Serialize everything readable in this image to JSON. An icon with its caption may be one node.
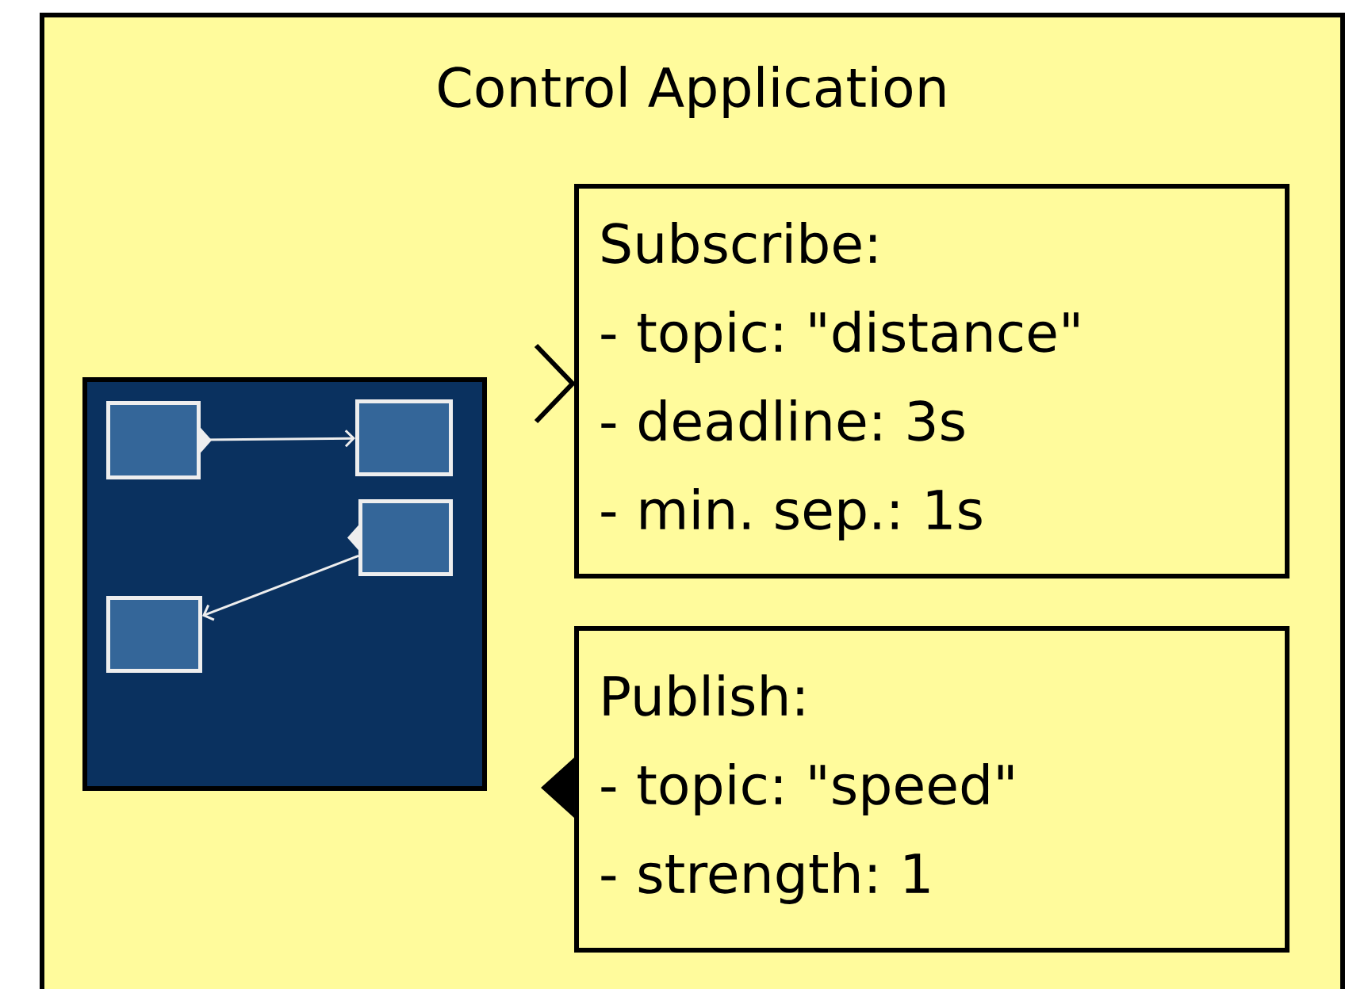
{
  "diagram": {
    "nodes": [
      {
        "text": [
          "Control Application"
        ]
      },
      {
        "text": [],
        "shape": "box",
        "in": 0
      },
      {
        "text": [],
        "shape": "box",
        "in": 1
      },
      {
        "text": [],
        "shape": "box",
        "in": 1
      },
      {
        "text": [],
        "shape": "box",
        "in": 1
      },
      {
        "text": [],
        "shape": "box",
        "in": 1
      },
      {
        "text": [
          "Subscribe:",
          "- topic: \"distance\"",
          "- deadline: 3s",
          "- min. sep.: 1s"
        ],
        "in": 0
      },
      {
        "text": [
          "Publish:",
          "- topic: \"speed\"",
          "- strength: 1"
        ],
        "in": 0
      }
    ],
    "edges": [
      {
        "from": 2,
        "to": 3,
        "arrow": "to"
      },
      {
        "from": 4,
        "to": 5,
        "arrow": "to"
      }
    ]
  }
}
